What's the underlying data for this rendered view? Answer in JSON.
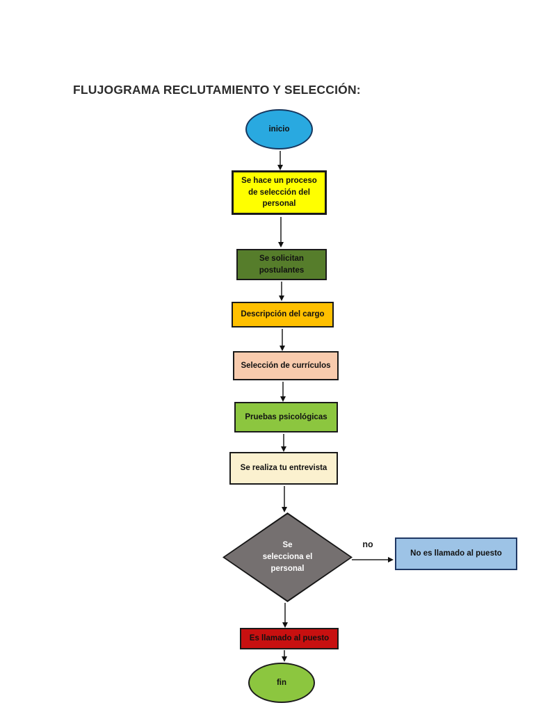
{
  "page": {
    "title": "FLUJOGRAMA RECLUTAMIENTO Y SELECCIÓN:"
  },
  "flowchart": {
    "start": {
      "shape": "terminator",
      "label": "inicio",
      "fill": "#29A9E0"
    },
    "steps": [
      {
        "shape": "process",
        "label": "Se hace un proceso de selección del personal",
        "fill": "#FFFF00"
      },
      {
        "shape": "process",
        "label": "Se solicitan postulantes",
        "fill": "#567D2B"
      },
      {
        "shape": "process",
        "label": "Descripción del cargo",
        "fill": "#FFC000"
      },
      {
        "shape": "process",
        "label": "Selección de currículos",
        "fill": "#F8CBAD"
      },
      {
        "shape": "process",
        "label": "Pruebas psicológicas",
        "fill": "#8CC63F"
      },
      {
        "shape": "process",
        "label": "Se realiza tu entrevista",
        "fill": "#FBF1CF"
      }
    ],
    "decision": {
      "shape": "decision",
      "label": "Se selecciona el personal",
      "lines": [
        "Se",
        "selecciona el",
        "personal"
      ],
      "fill": "#757070",
      "text_color": "#FFFFFF"
    },
    "no_branch": {
      "edge_label": "no",
      "node": {
        "shape": "process",
        "label": "No es llamado al puesto",
        "fill": "#9DC3E6"
      }
    },
    "yes_node": {
      "shape": "process",
      "label": "Es llamado al puesto",
      "fill": "#C81010"
    },
    "end": {
      "shape": "terminator",
      "label": "fin",
      "fill": "#8CC63F"
    }
  }
}
